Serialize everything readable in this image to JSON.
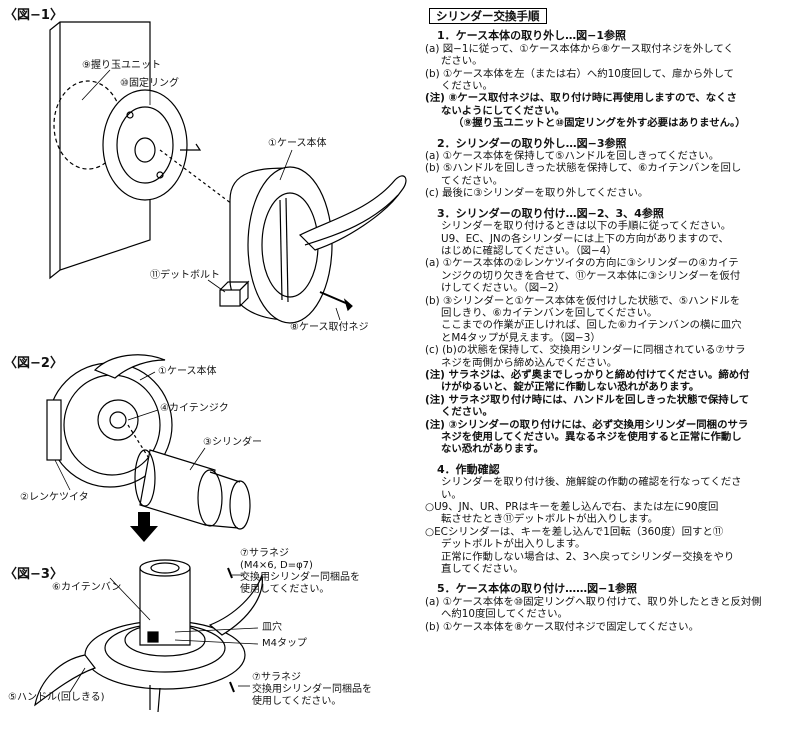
{
  "figures": {
    "fig1": {
      "title": "〈図−1〉",
      "labels": {
        "grip_unit": "⑨握り玉ユニット",
        "fixing_ring": "⑩固定リング",
        "case_body": "①ケース本体",
        "dead_bolt": "⑪デットボルト",
        "case_screw": "⑧ケース取付ネジ"
      }
    },
    "fig2": {
      "title": "〈図−2〉",
      "labels": {
        "case_body": "①ケース本体",
        "kaiten_jiku": "④カイテンジク",
        "cylinder": "③シリンダー",
        "renke_tsuita": "②レンケツイタ"
      }
    },
    "fig3": {
      "title": "〈図−3〉",
      "labels": {
        "kaiten_ban": "⑥カイテンバン",
        "sara_screw_top_1": "⑦サラネジ",
        "sara_screw_top_2": "(M4×6, D=φ7)",
        "sara_screw_top_3": "交換用シリンダー同梱品を",
        "sara_screw_top_4": "使用してください。",
        "sara_hole": "皿穴",
        "m4_tap": "M4タップ",
        "handle": "⑤ハンドル(回しきる)",
        "sara_screw_bot_1": "⑦サラネジ",
        "sara_screw_bot_2": "交換用シリンダー同梱品を",
        "sara_screw_bot_3": "使用してください。"
      }
    }
  },
  "procedure": {
    "title": "シリンダー交換手順",
    "sections": [
      {
        "heading": "1．ケース本体の取り外し…図−1参照",
        "lines": [
          {
            "text": "(a) 図−1に従って、①ケース本体から⑧ケース取付ネジを外してく",
            "style": "plain"
          },
          {
            "text": "ださい。",
            "style": "ind"
          },
          {
            "text": "(b) ①ケース本体を左（または右）へ約10度回して、扉から外して",
            "style": "plain"
          },
          {
            "text": "ください。",
            "style": "ind"
          },
          {
            "text": "(注) ⑧ケース取付ネジは、取り付け時に再使用しますので、なくさ",
            "style": "bold"
          },
          {
            "text": "ないようにしてください。",
            "style": "bold-ind"
          },
          {
            "text": "（⑨握り玉ユニットと⑩固定リングを外す必要はありません。）",
            "style": "bold-ind2"
          }
        ]
      },
      {
        "heading": "2．シリンダーの取り外し…図−3参照",
        "lines": [
          {
            "text": "(a) ①ケース本体を保持して⑤ハンドルを回しきってください。",
            "style": "plain"
          },
          {
            "text": "(b) ⑤ハンドルを回しきった状態を保持して、⑥カイテンバンを回し",
            "style": "plain"
          },
          {
            "text": "てください。",
            "style": "ind"
          },
          {
            "text": "(c) 最後に③シリンダーを取り外してください。",
            "style": "plain"
          }
        ]
      },
      {
        "heading": "3．シリンダーの取り付け…図−2、3、4参照",
        "lines": [
          {
            "text": "シリンダーを取り付けるときは以下の手順に従ってください。",
            "style": "ind"
          },
          {
            "text": "U9、EC、JNの各シリンダーには上下の方向がありますので、",
            "style": "ind"
          },
          {
            "text": "はじめに確認してください。（図−4）",
            "style": "ind"
          },
          {
            "text": "(a) ①ケース本体の②レンケツイタの方向に③シリンダーの④カイテ",
            "style": "plain"
          },
          {
            "text": "ンジクの切り欠きを合せて、⑪ケース本体に③シリンダーを仮付",
            "style": "ind"
          },
          {
            "text": "けしてください。（図−2）",
            "style": "ind"
          },
          {
            "text": "(b) ③シリンダーと①ケース本体を仮付けした状態で、⑤ハンドルを",
            "style": "plain"
          },
          {
            "text": "回しきり、⑥カイテンバンを回してください。",
            "style": "ind"
          },
          {
            "text": "ここまでの作業が正しければ、回した⑥カイテンバンの横に皿穴",
            "style": "ind"
          },
          {
            "text": "とM4タップが見えます。（図−3）",
            "style": "ind"
          },
          {
            "text": "(c) (b)の状態を保持して、交換用シリンダーに同梱されている⑦サラ",
            "style": "plain"
          },
          {
            "text": "ネジを両側から締め込んでください。",
            "style": "ind"
          },
          {
            "text": "(注) サラネジは、必ず奥までしっかりと締め付けてください。締め付",
            "style": "bold"
          },
          {
            "text": "けがゆるいと、錠が正常に作動しない恐れがあります。",
            "style": "bold-ind"
          },
          {
            "text": "(注) サラネジ取り付け時には、ハンドルを回しきった状態で保持して",
            "style": "bold"
          },
          {
            "text": "ください。",
            "style": "bold-ind"
          },
          {
            "text": "(注) ③シリンダーの取り付けには、必ず交換用シリンダー同梱のサラ",
            "style": "bold"
          },
          {
            "text": "ネジを使用してください。異なるネジを使用すると正常に作動し",
            "style": "bold-ind"
          },
          {
            "text": "ない恐れがあります。",
            "style": "bold-ind"
          }
        ]
      },
      {
        "heading": "4．作動確認",
        "lines": [
          {
            "text": "シリンダーを取り付け後、施解錠の作動の確認を行なってくださ",
            "style": "ind"
          },
          {
            "text": "い。",
            "style": "ind"
          },
          {
            "text": "○U9、JN、UR、PRはキーを差し込んで右、または左に90度回",
            "style": "plain"
          },
          {
            "text": "転させたとき⑪デットボルトが出入りします。",
            "style": "ind"
          },
          {
            "text": "○ECシリンダーは、キーを差し込んで1回転（360度）回すと⑪",
            "style": "plain"
          },
          {
            "text": "デットボルトが出入りします。",
            "style": "ind"
          },
          {
            "text": "正常に作動しない場合は、2、3へ戻ってシリンダー交換をやり",
            "style": "ind"
          },
          {
            "text": "直してください。",
            "style": "ind"
          }
        ]
      },
      {
        "heading": "5．ケース本体の取り付け……図−1参照",
        "lines": [
          {
            "text": "(a) ①ケース本体を⑩固定リングへ取り付けて、取り外したときと反対側",
            "style": "plain"
          },
          {
            "text": "へ約10度回してください。",
            "style": "ind"
          },
          {
            "text": "(b) ①ケース本体を⑧ケース取付ネジで固定してください。",
            "style": "plain"
          }
        ]
      }
    ]
  }
}
